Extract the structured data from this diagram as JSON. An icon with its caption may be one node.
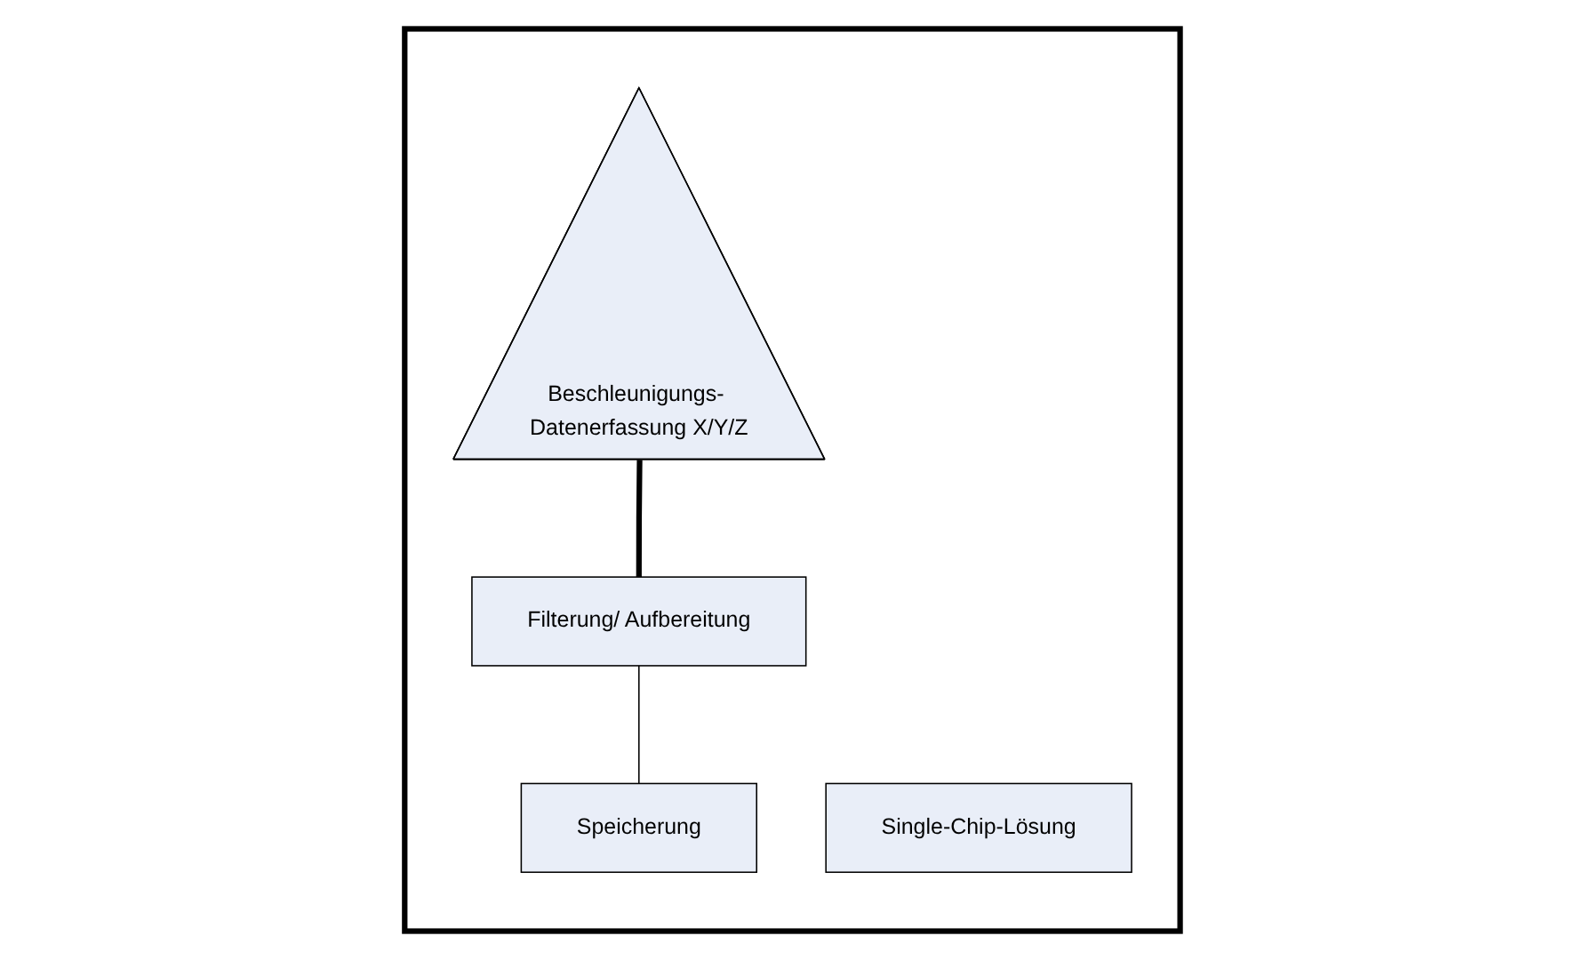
{
  "diagram": {
    "nodes": [
      {
        "text": [],
        "shape": "box"
      },
      {
        "text": [
          "Beschleunigungs- Datenerfassung X/Y/Z"
        ],
        "in": 0
      },
      {
        "text": [
          "Filterung/ Aufbereitung"
        ],
        "in": 0
      },
      {
        "text": [
          "Speicherung"
        ],
        "in": 0
      },
      {
        "text": [
          "Single-Chip-Lösung"
        ],
        "in": 0
      }
    ],
    "edges": [
      {
        "from": 1,
        "to": 2,
        "arrow": "none",
        "style": "thick"
      },
      {
        "from": 2,
        "to": 3,
        "arrow": "none"
      }
    ]
  }
}
